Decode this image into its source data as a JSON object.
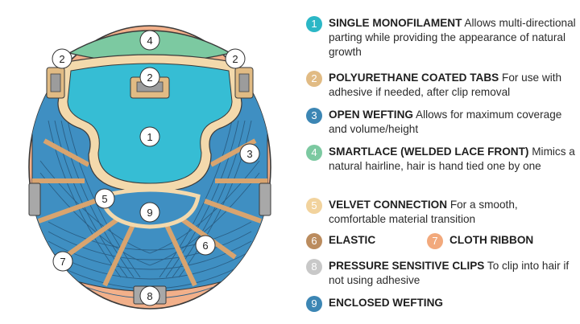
{
  "callouts": {
    "n1": "1",
    "n2a": "2",
    "n2b": "2",
    "n2c": "2",
    "n3": "3",
    "n4": "4",
    "n5": "5",
    "n6": "6",
    "n7": "7",
    "n8": "8",
    "n9": "9"
  },
  "legend": [
    {
      "num": "1",
      "color": "#2bb7c6",
      "title": "SINGLE MONOFILAMENT",
      "desc": "Allows multi-directional parting while providing the appearance of natural growth"
    },
    {
      "num": "2",
      "color": "#e1bb84",
      "title": "POLYURETHANE COATED TABS",
      "desc": "For use with adhesive if needed, after clip removal"
    },
    {
      "num": "3",
      "color": "#3c86b4",
      "title": "OPEN WEFTING",
      "desc": "Allows for maximum coverage and volume/height"
    },
    {
      "num": "4",
      "color": "#7cc9a1",
      "title": "SMARTLACE (WELDED LACE FRONT)",
      "desc": "Mimics a natural hairline, hair is hand tied one by one"
    },
    {
      "num": "5",
      "color": "#f2d39d",
      "title": "VELVET CONNECTION",
      "desc": "For a smooth, comfortable material transition"
    },
    {
      "num": "6",
      "color": "#bb8c5e",
      "title": "ELASTIC",
      "desc": ""
    },
    {
      "num": "7",
      "color": "#f2a97c",
      "title": "CLOTH RIBBON",
      "desc": ""
    },
    {
      "num": "8",
      "color": "#c8c8c8",
      "title": "PRESSURE SENSITIVE CLIPS",
      "desc": "To clip into hair if not using adhesive"
    },
    {
      "num": "9",
      "color": "#3c86b4",
      "title": "ENCLOSED WEFTING",
      "desc": ""
    }
  ]
}
